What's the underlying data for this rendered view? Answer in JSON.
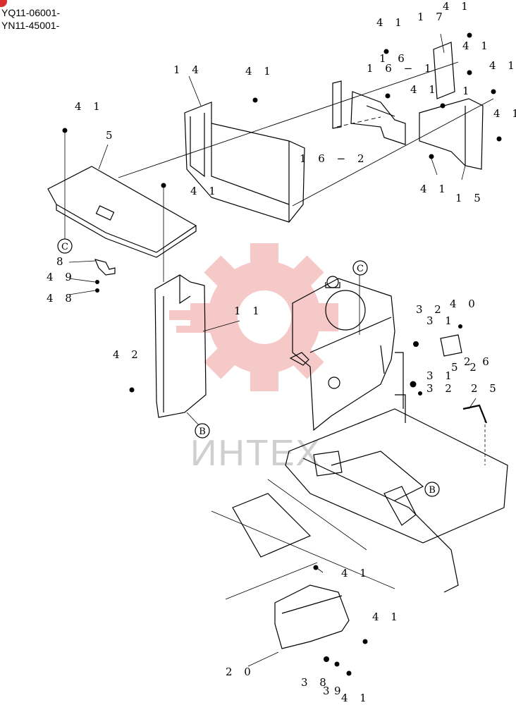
{
  "header": {
    "serial_1": "YQ11-06001-",
    "serial_2": "YN11-45001-"
  },
  "watermark": {
    "text": "ИНТЕХ",
    "gear_color": "#f4b8b8"
  },
  "badge_color": "#d9302f",
  "callouts": [
    {
      "id": "c1",
      "text": "4 1"
    },
    {
      "id": "c2",
      "text": "1 7"
    },
    {
      "id": "c3",
      "text": "4 1"
    },
    {
      "id": "c4",
      "text": "4 1"
    },
    {
      "id": "c5",
      "text": "1 6"
    },
    {
      "id": "c6",
      "text": "1 6 − 1"
    },
    {
      "id": "c7",
      "text": "4 1"
    },
    {
      "id": "c8",
      "text": "4 1"
    },
    {
      "id": "c9",
      "text": "1 4"
    },
    {
      "id": "c10",
      "text": "4 1"
    },
    {
      "id": "c11",
      "text": "4 1"
    },
    {
      "id": "c12",
      "text": "1"
    },
    {
      "id": "c13",
      "text": "4 1"
    },
    {
      "id": "c14",
      "text": "4 1"
    },
    {
      "id": "c15",
      "text": "5"
    },
    {
      "id": "c16",
      "text": "1 6 − 2"
    },
    {
      "id": "c17",
      "text": "4 1"
    },
    {
      "id": "c18",
      "text": "1 5"
    },
    {
      "id": "c19",
      "text": "4 1"
    },
    {
      "id": "c20",
      "text": "8"
    },
    {
      "id": "c21",
      "text": "4 9"
    },
    {
      "id": "c22",
      "text": "4 8"
    },
    {
      "id": "c23",
      "text": "1 1"
    },
    {
      "id": "c24",
      "text": "3 2"
    },
    {
      "id": "c25",
      "text": "4 0"
    },
    {
      "id": "c26",
      "text": "3 1"
    },
    {
      "id": "c27",
      "text": "4 2"
    },
    {
      "id": "c28",
      "text": "5 2"
    },
    {
      "id": "c29",
      "text": "2 6"
    },
    {
      "id": "c30",
      "text": "3 1"
    },
    {
      "id": "c31",
      "text": "3 2"
    },
    {
      "id": "c32",
      "text": "2 5"
    },
    {
      "id": "c33",
      "text": "4 1"
    },
    {
      "id": "c34",
      "text": "4 1"
    },
    {
      "id": "c35",
      "text": "2 0"
    },
    {
      "id": "c36",
      "text": "3 8"
    },
    {
      "id": "c37",
      "text": "3"
    },
    {
      "id": "c38",
      "text": "9"
    },
    {
      "id": "c39",
      "text": "4 1"
    }
  ],
  "markers": [
    {
      "id": "m1",
      "text": "C"
    },
    {
      "id": "m2",
      "text": "C"
    },
    {
      "id": "m3",
      "text": "B"
    },
    {
      "id": "m4",
      "text": "B"
    }
  ]
}
